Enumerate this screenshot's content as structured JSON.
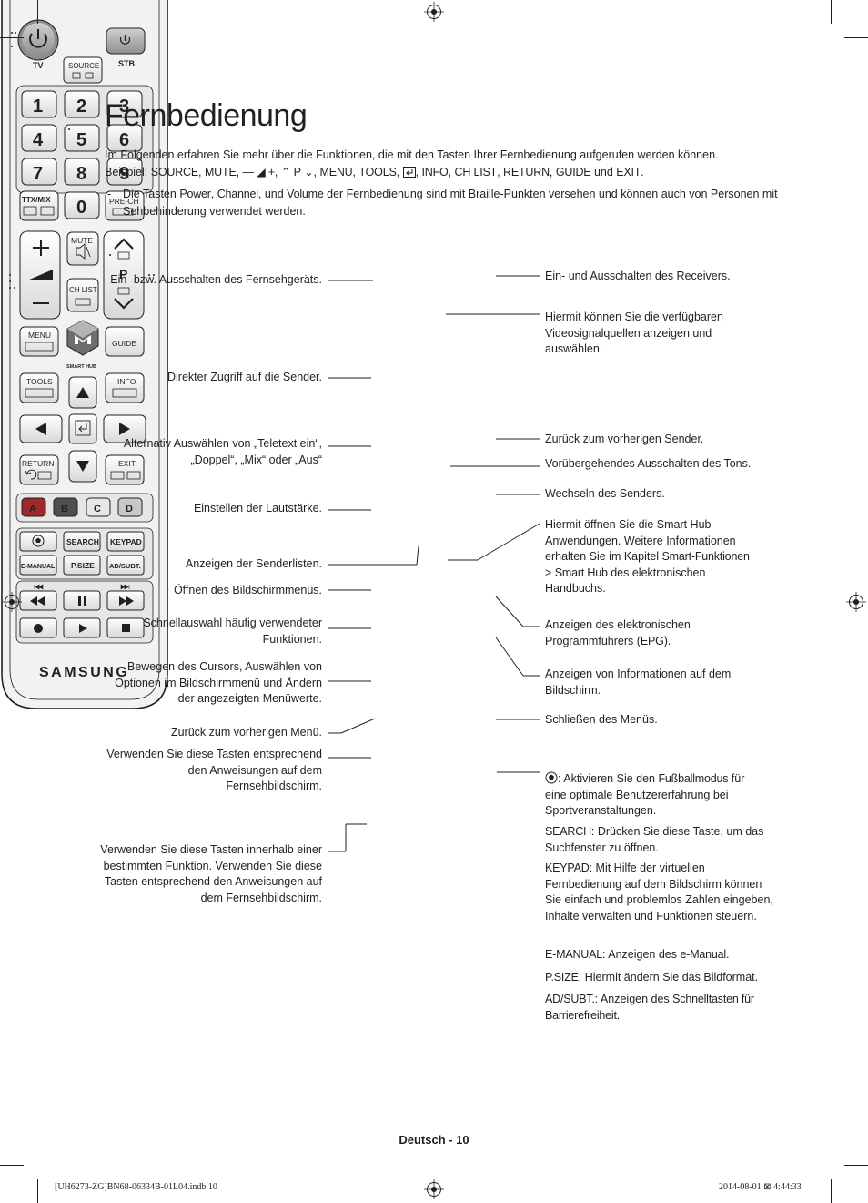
{
  "page": {
    "title": "Fernbedienung",
    "intro_line1": "Im Folgenden erfahren Sie mehr über die Funktionen, die mit den Tasten Ihrer Fernbedienung aufgerufen werden können.",
    "intro_prefix": "Beispiel: ",
    "intro_keys": {
      "source": "SOURCE",
      "mute": "MUTE",
      "vol_glyph": "— ◢ +",
      "ch_glyph_up": "⌃",
      "ch_p": "P",
      "ch_glyph_down": "⌄",
      "menu": "MENU",
      "tools": "TOOLS",
      "info": "INFO",
      "chlist": "CH LIST",
      "return": "RETURN",
      "guide": "GUIDE",
      "und": "und",
      "exit": "EXIT"
    },
    "bullet_dash": "-",
    "bullet_pre": "Die Tasten ",
    "bullet_power": "Power",
    "bullet_channel": "Channel",
    "bullet_und": ", und ",
    "bullet_volume": "Volume",
    "bullet_rest": " der Fernbedienung sind mit Braille-Punkten versehen und können auch von Personen mit Sehbehinderung verwendet werden."
  },
  "left_labels": [
    "Ein- bzw. Ausschalten des Fernsehgeräts.",
    "Direkter Zugriff auf die Sender.",
    "Alternativ Auswählen von „Teletext ein“, „Doppel“, „Mix“ oder „Aus“",
    "Einstellen der Lautstärke.",
    "Anzeigen der Senderlisten.",
    "Öffnen des Bildschirmmenüs.",
    "Schnellauswahl häufig verwendeter Funktionen.",
    "Bewegen des Cursors, Auswählen von Optionen im Bildschirmmenü und Ändern der angezeigten Menüwerte.",
    "Zurück zum vorherigen Menü.",
    "Verwenden Sie diese Tasten entsprechend den Anweisungen auf dem Fernsehbildschirm.",
    "Verwenden Sie diese Tasten innerhalb einer bestimmten Funktion. Verwenden Sie diese Tasten entsprechend den Anweisungen auf dem Fernsehbildschirm."
  ],
  "right_labels": {
    "stb": "Ein- und Ausschalten des Receivers.",
    "source": "Hiermit können Sie die verfügbaren Videosignalquellen anzeigen und auswählen.",
    "prech": "Zurück zum vorherigen Sender.",
    "mute": "Vorübergehendes Ausschalten des Tons.",
    "channel": "Wechseln des Senders.",
    "smarthub_pre": "Hiermit öffnen Sie die Smart Hub-Anwendungen. Weitere Informationen erhalten Sie im Kapitel ",
    "smarthub_b1": "Smart-Funktionen",
    "smarthub_gt": " > ",
    "smarthub_b2": "Smart Hub",
    "smarthub_post": " des elektronischen Handbuchs.",
    "guide_pre": "Anzeigen des elektronischen Programmführers (",
    "guide_b": "EPG",
    "guide_post": ").",
    "info": "Anzeigen von Informationen auf dem Bildschirm.",
    "exit": "Schließen des Menüs.",
    "football_pre": ": Aktivieren Sie den ",
    "football_b": "Fußballmodus",
    "football_post": " für eine optimale Benutzererfahrung bei Sportveranstaltungen.",
    "search_b": "SEARCH",
    "search_post": ": Drücken Sie diese Taste, um das Suchfenster zu öffnen.",
    "keypad_b": "KEYPAD",
    "keypad_post": ": Mit Hilfe der virtuellen Fernbedienung auf dem Bildschirm können Sie einfach und problemlos Zahlen eingeben, Inhalte verwalten und Funktionen steuern.",
    "emanual_b": "E-MANUAL",
    "emanual_mid": ": Anzeigen des ",
    "emanual_b2": "e-Manual",
    "emanual_post": ".",
    "psize_b": "P.SIZE",
    "psize_post": ": Hiermit ändern Sie das Bildformat.",
    "adsubt_b": "AD/SUBT.",
    "adsubt_mid": ": Anzeigen des ",
    "adsubt_b2": "Schnelltasten für Barrierefreiheit",
    "adsubt_post": "."
  },
  "remote": {
    "tv": "TV",
    "stb": "STB",
    "source": "SOURCE",
    "digits": [
      "1",
      "2",
      "3",
      "4",
      "5",
      "6",
      "7",
      "8",
      "9",
      "0"
    ],
    "ttx": "TTX/MIX",
    "prech": "PRE-CH",
    "mute": "MUTE",
    "p": "P",
    "chlist": "CH LIST",
    "menu": "MENU",
    "smarthub": "SMART HUB",
    "guide": "GUIDE",
    "tools": "TOOLS",
    "info": "INFO",
    "return": "RETURN",
    "exit": "EXIT",
    "colors": [
      "A",
      "B",
      "C",
      "D"
    ],
    "search": "SEARCH",
    "keypad": "KEYPAD",
    "emanual": "E-MANUAL",
    "psize": "P.SIZE",
    "adsubt": "AD/SUBT.",
    "brand": "SAMSUNG",
    "color_a": "#9c2a2a",
    "color_b": "#4f4f4f",
    "color_c": "#e6e6e6",
    "color_d": "#c8c8c8"
  },
  "footer": {
    "page": "Deutsch - 10",
    "slug_left": "[UH6273-ZG]BN68-06334B-01L04.indb   10",
    "slug_right": "2014-08-01   ⊠ 4:44:33"
  }
}
